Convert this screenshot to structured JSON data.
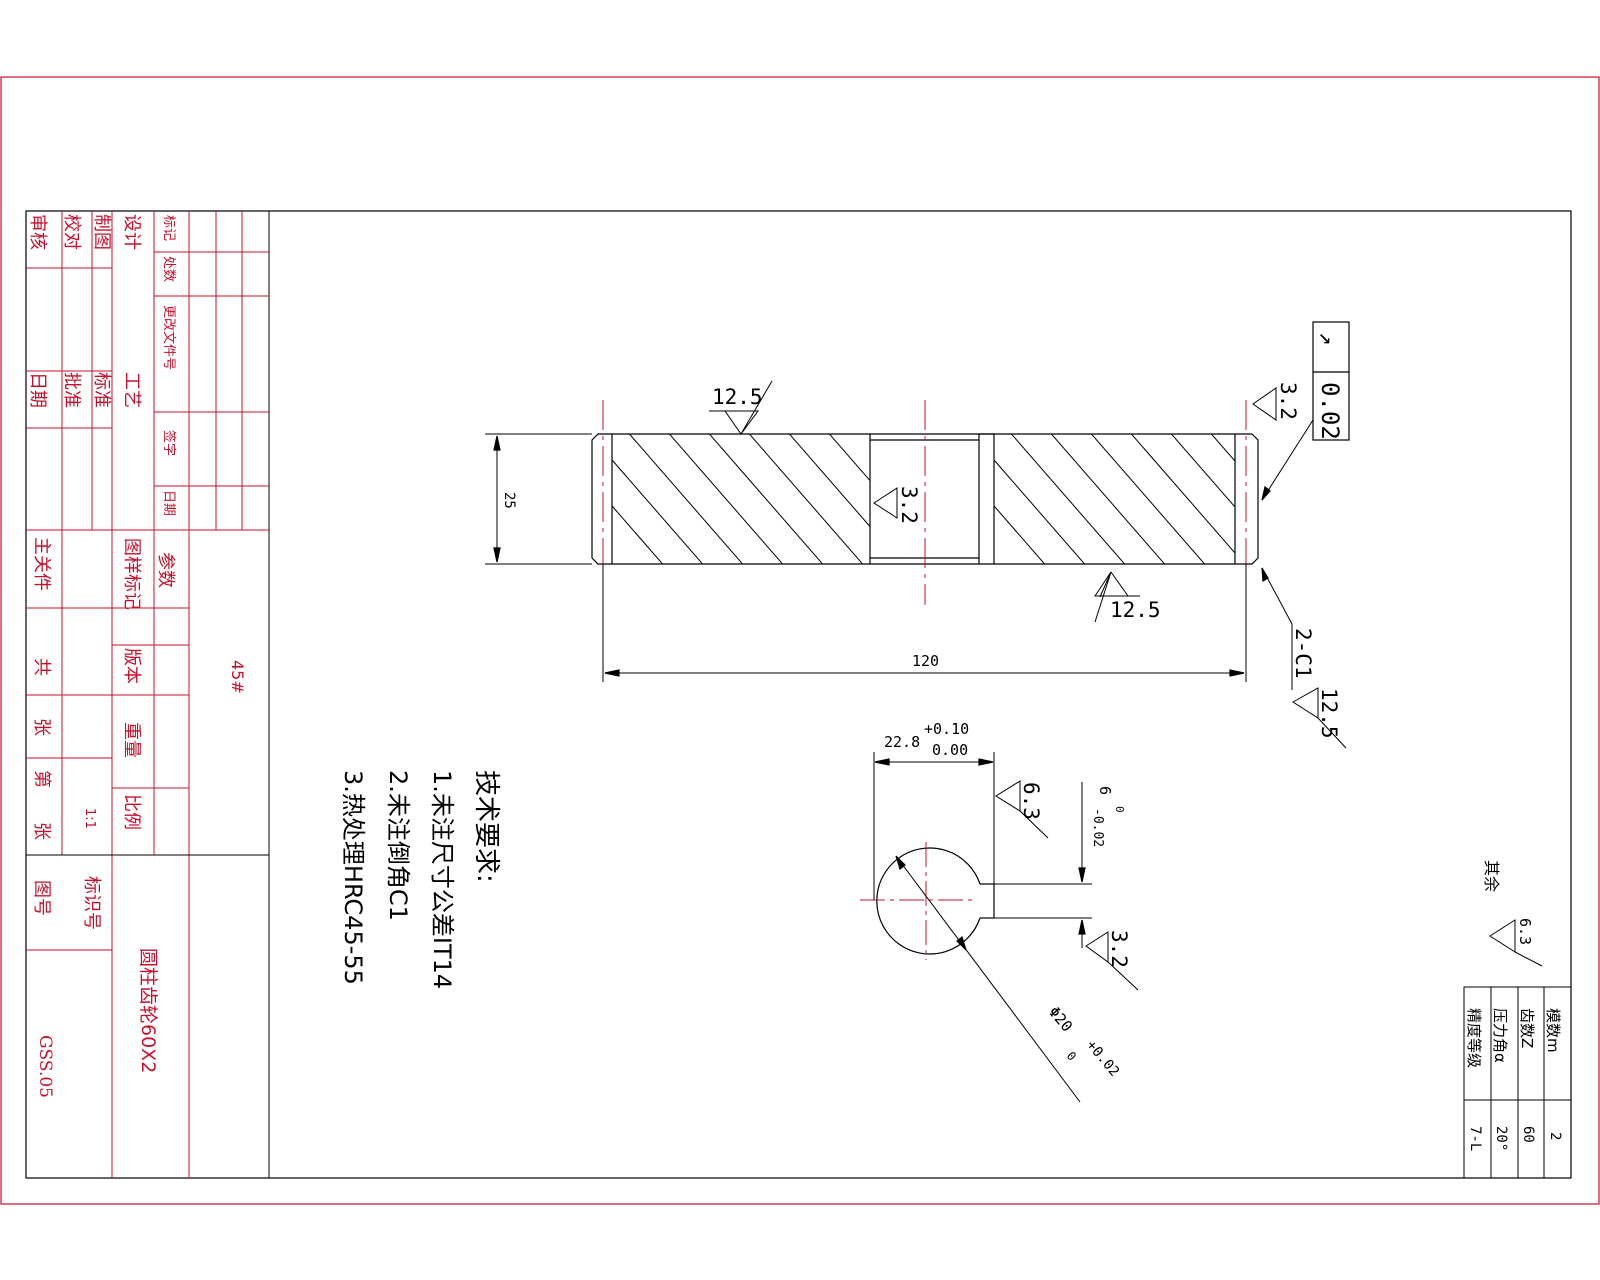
{
  "title_block": {
    "rev_headers": [
      "标记",
      "处数",
      "更改文件号",
      "签字",
      "日期"
    ],
    "roles_left": [
      "设计",
      "制图",
      "校对",
      "审核"
    ],
    "roles_right": [
      "工艺",
      "标准",
      "批准",
      "日期"
    ],
    "material": "45#",
    "labels": {
      "params": "参数",
      "sample_mark": "图样标记",
      "version": "版本",
      "weight": "重量",
      "scale_label": "比例",
      "id_label": "标识号",
      "drawing_no_label": "图号",
      "related": "主关件",
      "total": "共",
      "sheets": "张",
      "nth": "第",
      "sheet2": "张"
    },
    "scale": "1:1",
    "part_name": "圆柱齿轮60X2",
    "drawing_no": "GSS.05"
  },
  "front_view": {
    "roughness_top": "12.5",
    "roughness_bottom": "12.5",
    "roughness_bore": "3.2",
    "roughness_side": "3.2",
    "height_dim": "25",
    "width_dim": "120",
    "chamfer": "2-C1",
    "runout_value": "0.02",
    "runout_symbol": "↗",
    "roughness_extra": "12.5"
  },
  "hub_view": {
    "width_dim": "22.8",
    "width_tol_upper": "+0.10",
    "width_tol_lower": "0.00",
    "keyway_dim": "6",
    "keyway_tol_upper": "0",
    "keyway_tol_lower": "-0.02",
    "roughness_keyway": "6.3",
    "roughness_key_bottom": "3.2",
    "bore_dim": "Φ20",
    "bore_tol_upper": "+0.02",
    "bore_tol_lower": "0"
  },
  "tech_requirements": {
    "title": "技术要求:",
    "items": [
      "1.未注尺寸公差IT14",
      "2.未注倒角C1",
      "3.热处理HRC45-55"
    ]
  },
  "rest_roughness": {
    "label": "其余",
    "value": "6.3"
  },
  "gear_params": {
    "rows": [
      {
        "label": "模数m",
        "value": "2"
      },
      {
        "label": "齿数Z",
        "value": "60"
      },
      {
        "label": "压力角α",
        "value": "20°"
      },
      {
        "label": "精度等级",
        "value": "7-L"
      }
    ]
  }
}
